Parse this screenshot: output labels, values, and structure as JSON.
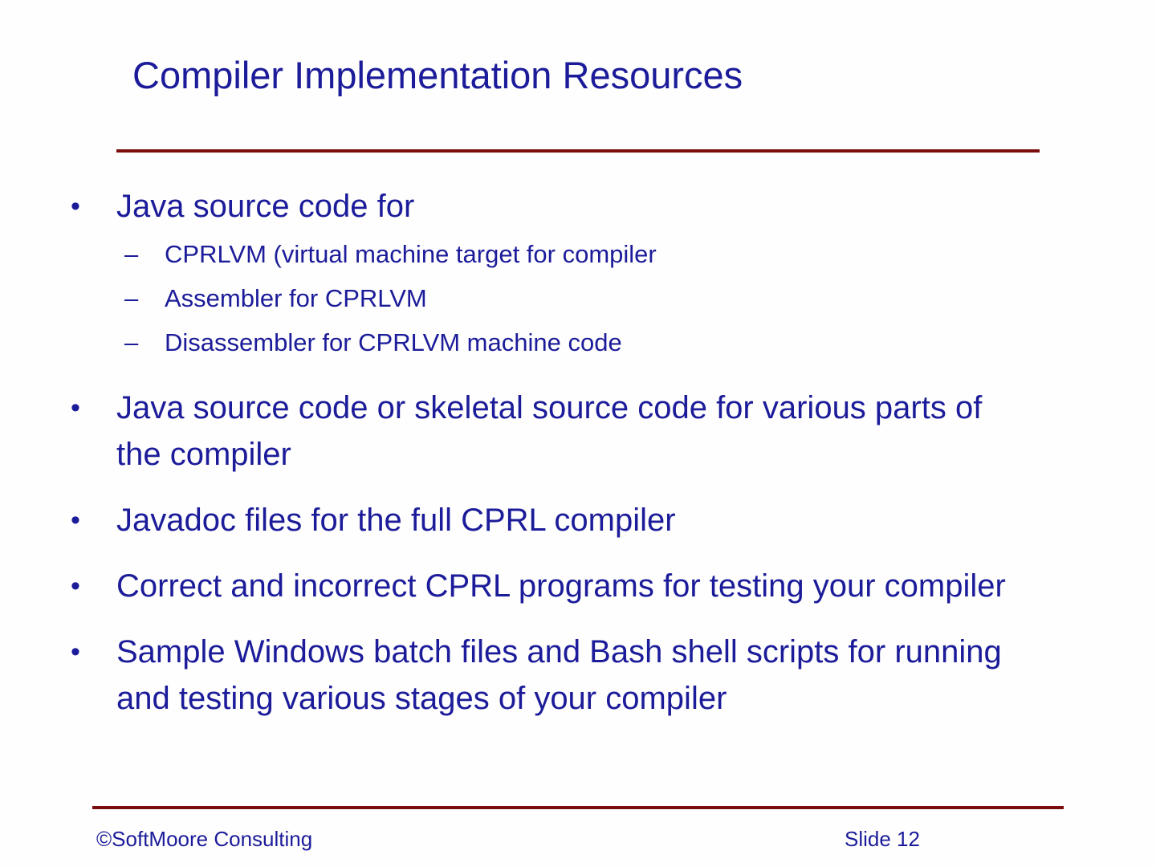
{
  "slide": {
    "title": "Compiler Implementation Resources",
    "bullets": [
      {
        "level": 1,
        "text": "Java source code for"
      },
      {
        "level": 2,
        "text": "CPRLVM (virtual machine target for compiler"
      },
      {
        "level": 2,
        "text": "Assembler for CPRLVM"
      },
      {
        "level": 2,
        "text": "Disassembler for CPRLVM machine code"
      },
      {
        "level": 1,
        "text": "Java source code or skeletal source code for various parts of the compiler"
      },
      {
        "level": 1,
        "text": "Javadoc files for the full CPRL compiler"
      },
      {
        "level": 1,
        "text": "Correct and incorrect CPRL programs for testing your compiler"
      },
      {
        "level": 1,
        "text": "Sample Windows batch files and Bash shell scripts for running and testing various stages of your compiler"
      }
    ],
    "bullet_glyphs": {
      "level1": "•",
      "level2": "–"
    },
    "footer": {
      "copyright": "©SoftMoore Consulting",
      "slide_number": "Slide 12"
    },
    "colors": {
      "text": "#1c1c9a",
      "rule": "#7b0c0c",
      "background": "#fefefe"
    }
  }
}
